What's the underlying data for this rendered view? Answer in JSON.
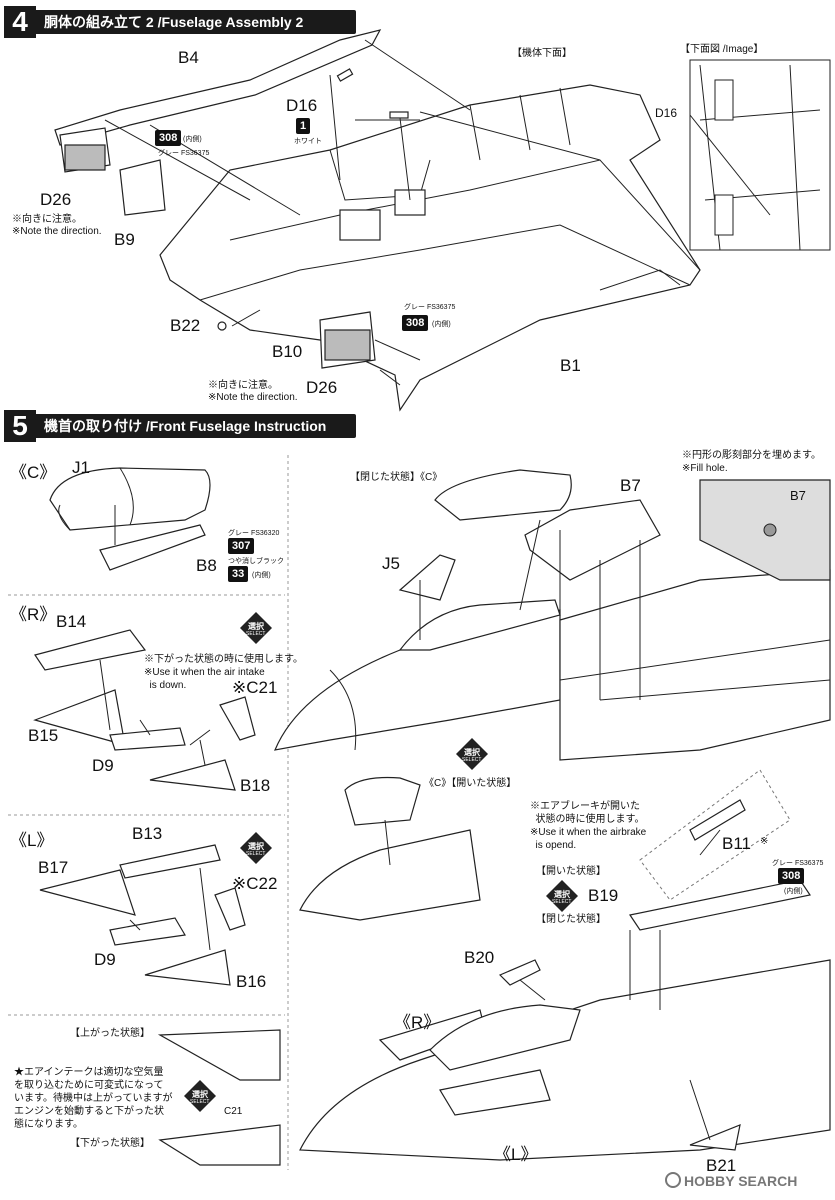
{
  "step4": {
    "num": "4",
    "title": "胴体の組み立て 2 /Fuselage Assembly 2",
    "underside_label": "【機体下面】",
    "image_label": "【下面図 /Image】",
    "parts": {
      "B4": "B4",
      "D16": "D16",
      "D16_img": "D16",
      "D26_top": "D26",
      "B9": "B9",
      "B22": "B22",
      "B10": "B10",
      "D26_bottom": "D26",
      "B1": "B1"
    },
    "paint1": {
      "code": "308",
      "inner": "(内側)",
      "name": "グレー FS36375"
    },
    "paint2": {
      "code": "1",
      "name": "ホワイト"
    },
    "paint3": {
      "code": "308",
      "inner": "(内側)",
      "name": "グレー FS36375"
    },
    "note_top_jp": "※向きに注意。",
    "note_top_en": "※Note the direction.",
    "note_bottom_jp": "※向きに注意。",
    "note_bottom_en": "※Note the direction."
  },
  "step5": {
    "num": "5",
    "title": "機首の取り付け /Front Fuselage Instruction",
    "c_label": "《C》",
    "r_label": "《R》",
    "l_label": "《L》",
    "closed_state": "【閉じた状態】《C》",
    "open_state_c": "《C》【開いた状態】",
    "r_bottom": "《R》",
    "l_bottom": "《L》",
    "parts": {
      "J1": "J1",
      "B8": "B8",
      "B14": "B14",
      "B15": "B15",
      "D9_r": "D9",
      "C21": "※C21",
      "B18": "B18",
      "B13": "B13",
      "B17": "B17",
      "C22": "※C22",
      "D9_l": "D9",
      "B16": "B16",
      "B7": "B7",
      "B7_img": "B7",
      "J5": "J5",
      "B11": "B11",
      "B19": "B19",
      "B20": "B20",
      "B21": "B21",
      "C21_img": "C21"
    },
    "paint_307": {
      "code": "307",
      "name": "グレー FS36320"
    },
    "paint_33": {
      "code": "33",
      "inner": "(内側)",
      "name": "つや消しブラック"
    },
    "paint_308": {
      "code": "308",
      "inner": "(内側)",
      "name": "グレー FS36375"
    },
    "intake_note_jp": "※下がった状態の時に使用します。",
    "intake_note_en": "※Use it when the air intake\n  is down.",
    "fill_note_jp": "※円形の彫刻部分を埋めます。",
    "fill_note_en": "※Fill hole.",
    "airbrake_note_jp": "※エアブレーキが開いた\n  状態の時に使用します。",
    "airbrake_note_en": "※Use it when the airbrake\n  is opend.",
    "b11_mark": "※",
    "open_bracket": "【開いた状態】",
    "closed_bracket": "【閉じた状態】",
    "raised_state": "【上がった状態】",
    "lowered_state": "【下がった状態】",
    "intake_explain": "★エアインテークは適切な空気量\nを取り込むために可変式になって\nいます。待機中は上がっていますが\nエンジンを始動すると下がった状\n態になります。",
    "select_jp": "選択",
    "select_en": "SELECT"
  },
  "watermark": "HOBBY SEARCH"
}
